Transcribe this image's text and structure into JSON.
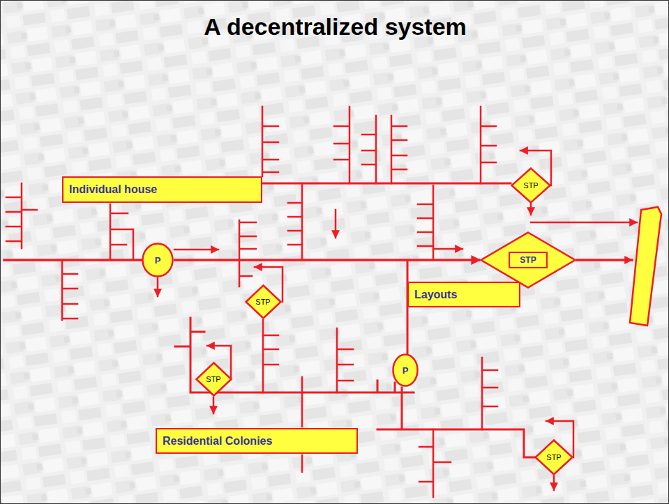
{
  "diagram": {
    "title": "A decentralized system",
    "nodes": [
      {
        "text": [
          "Individual house"
        ]
      },
      {
        "text": [
          "STP"
        ]
      },
      {
        "text": [
          "P"
        ]
      },
      {
        "text": [
          "STP"
        ]
      },
      {
        "text": [
          "STP"
        ]
      },
      {
        "text": [
          "Layouts"
        ]
      },
      {
        "text": [
          "P"
        ]
      },
      {
        "text": [
          "STP"
        ]
      },
      {
        "text": [
          "Residential Colonies"
        ]
      },
      {
        "text": [
          "STP"
        ]
      }
    ],
    "edges": [
      {
        "from": 2,
        "to": 3,
        "arrow": "to"
      }
    ]
  }
}
